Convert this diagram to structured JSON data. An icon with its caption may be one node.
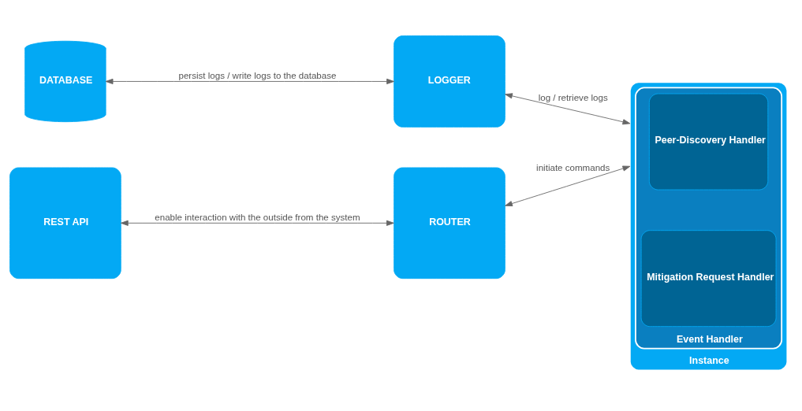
{
  "diagram": {
    "nodes": [
      {
        "text": [
          "DATABASE"
        ]
      },
      {
        "text": [
          "LOGGER"
        ]
      },
      {
        "text": [
          "REST API"
        ]
      },
      {
        "text": [
          "ROUTER"
        ]
      },
      {
        "text": [
          "Instance"
        ]
      },
      {
        "text": [
          "Event Handler"
        ],
        "in": 4
      },
      {
        "text": [
          "Peer-Discovery Handler"
        ],
        "in": 5
      },
      {
        "text": [
          "Mitigation Request Handler"
        ],
        "in": 5
      }
    ],
    "edges": [
      {
        "from": 0,
        "to": 1,
        "arrow": "both",
        "label": "persist logs / write logs to the database"
      },
      {
        "from": 1,
        "to": 4,
        "arrow": "both",
        "label": "log / retrieve logs"
      },
      {
        "from": 2,
        "to": 3,
        "arrow": "both",
        "label": "enable interaction with the outside from the system"
      },
      {
        "from": 3,
        "to": 4,
        "arrow": "both",
        "label": "initiate commands"
      }
    ]
  }
}
